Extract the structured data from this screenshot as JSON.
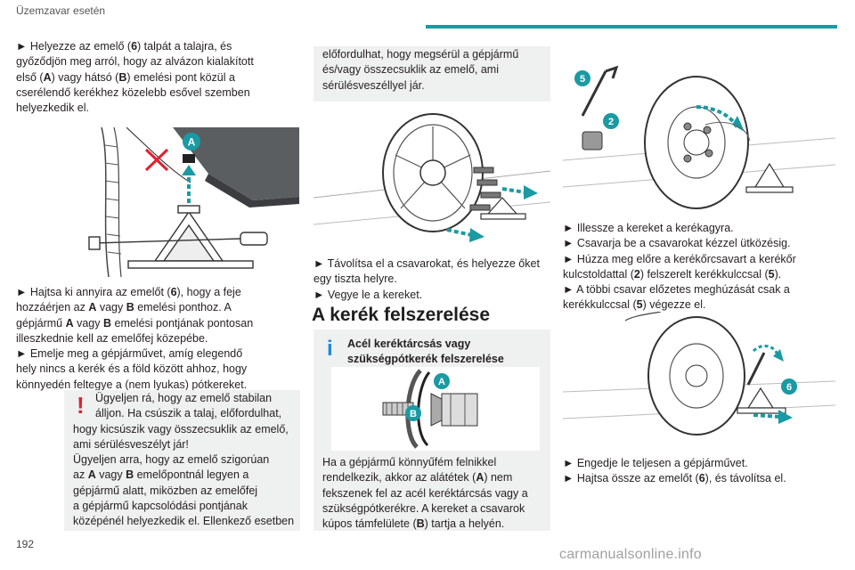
{
  "header": {
    "section_title": "Üzemzavar esetén"
  },
  "page_number": "192",
  "watermark": "carmanualsonline.info",
  "col1": {
    "p1": [
      "► Helyezze az emelő (6) talpát a talajra, és",
      "győződjön meg arról, hogy az alvázon kialakított",
      "első (A) vagy hátsó (B) emelési pont közül a",
      "cserélendő kerékhez közelebb esővel szemben",
      "helyezkedik el."
    ],
    "p2": [
      "► Hajtsa ki annyira az emelőt (6), hogy a feje",
      "hozzáérjen az A vagy B emelési ponthoz. A",
      "gépjármű A vagy B emelési pontjának pontosan",
      "illeszkednie kell az emelőfej közepébe.",
      "► Emelje meg a gépjárművet, amíg elegendő",
      "hely nincs a kerék és a föld között ahhoz, hogy",
      "könnyedén feltegye a (nem lyukas) pótkereket."
    ],
    "warning": [
      "Ügyeljen rá, hogy az emelő stabilan",
      "álljon. Ha csúszik a talaj, előfordulhat,",
      "hogy kicsúszik vagy összecsuklik az emelő,",
      "ami sérülésveszélyt jár!",
      "Ügyeljen arra, hogy az emelő szigorúan",
      "az A vagy B emelőpontnál legyen a",
      "gépjármű alatt, miközben az emelőfej",
      "a gépjármű kapcsolódási pontjának",
      "középénél helyezkedik el. Ellenkező esetben"
    ]
  },
  "col2": {
    "warning_cont": [
      "előfordulhat, hogy megsérül a gépjármű",
      "és/vagy összecsuklik az emelő, ami",
      "sérülésveszéllyel jár."
    ],
    "p1": [
      "► Távolítsa el a csavarokat, és helyezze őket",
      "egy tiszta helyre.",
      "► Vegye le a kereket."
    ],
    "heading": "A kerék felszerelése",
    "info_title": [
      "Acél keréktárcsás vagy",
      "szükségpótkerék felszerelése"
    ],
    "info_body": [
      "Ha a gépjármű könnyűfém felnikkel",
      "rendelkezik, akkor az alátétek (A) nem",
      "fekszenek fel az acél keréktárcsás vagy a",
      "szükségpótkerékre. A kereket a csavarok",
      "kúpos támfelülete (B) tartja a helyén."
    ]
  },
  "col3": {
    "p1": [
      "► Illessze a kereket a kerékagyra.",
      "► Csavarja be a csavarokat kézzel ütközésig.",
      "► Húzza meg előre a kerékőrcsavart a kerékőr",
      "kulcstoldattal (2) felszerelt kerékkulccsal (5).",
      "► A többi csavar előzetes meghúzását csak a",
      "kerékkulccsal (5) végezze el."
    ],
    "p2": [
      "► Engedje le teljesen a gépjárművet.",
      "► Hajtsa össze az emelőt (6), és távolítsa el."
    ]
  },
  "labels": {
    "A": "A",
    "B": "B",
    "two": "2",
    "five": "5",
    "six": "6",
    "excl": "!",
    "info": "i"
  },
  "colors": {
    "accent": "#1a9aa3",
    "warning": "#e0202e",
    "info": "#1e88e5",
    "panel": "#eff0f0"
  }
}
